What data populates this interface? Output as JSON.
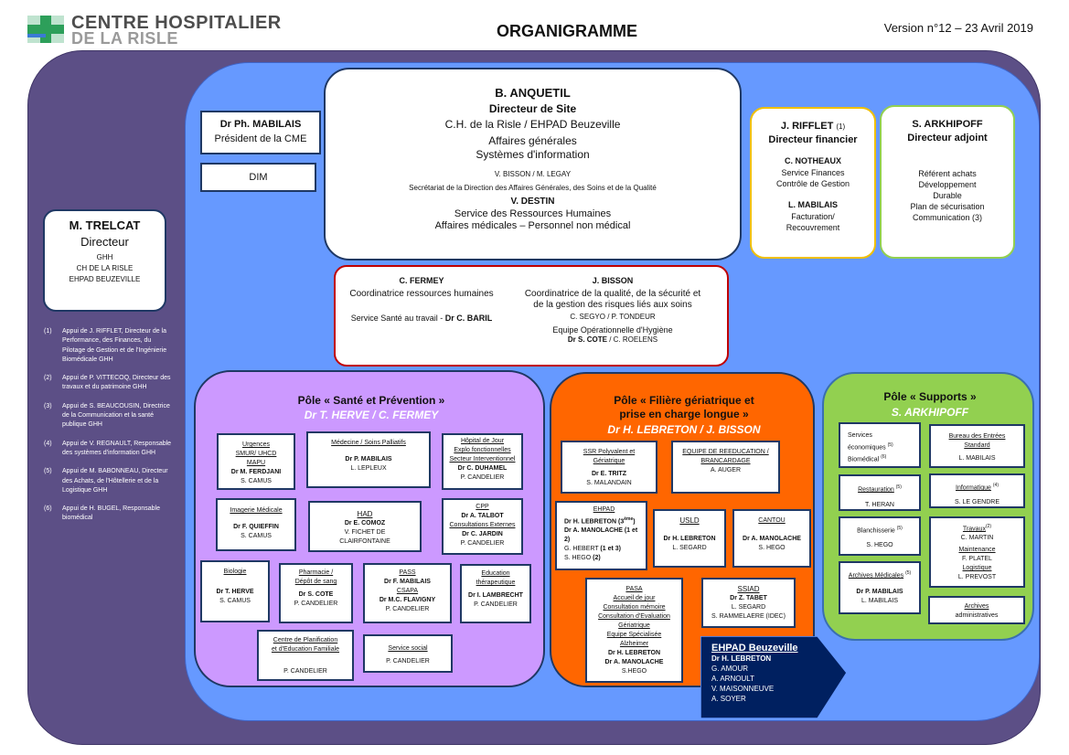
{
  "header": {
    "logo_line1": "CENTRE HOSPITALIER",
    "logo_line2": "DE LA RISLE",
    "title": "ORGANIGRAMME",
    "version": "Version n°12 – 23 Avril 2019"
  },
  "director": {
    "name": "M. TRELCAT",
    "role": "Directeur",
    "lines": [
      "GHH",
      "CH DE LA RISLE",
      "EHPAD BEUZEVILLE"
    ]
  },
  "notes": [
    {
      "num": "(1)",
      "text": "Appui de J. RIFFLET, Directeur de la Performance, des Finances, du Pilotage de Gestion et de l'Ingénierie Biomédicale GHH"
    },
    {
      "num": "(2)",
      "text": "Appui de P. VITTECOQ, Directeur des travaux et du patrimoine GHH"
    },
    {
      "num": "(3)",
      "text": "Appui de S. BEAUCOUSIN, Directrice de la Communication et la santé publique GHH"
    },
    {
      "num": "(4)",
      "text": "Appui de V. REGNAULT, Responsable des systèmes d'information GHH"
    },
    {
      "num": "(5)",
      "text": "Appui de M. BABONNEAU, Directeur des Achats, de l'Hôtellerie et de la Logistique GHH"
    },
    {
      "num": "(6)",
      "text": "Appui de H. BUGEL, Responsable biomédical"
    }
  ],
  "cme": {
    "name": "Dr Ph. MABILAIS",
    "role": "Président de la CME"
  },
  "dim": {
    "label": "DIM"
  },
  "site_director": {
    "name": "B. ANQUETIL",
    "role": "Directeur de Site",
    "org": "C.H. de la Risle / EHPAD Beuzeville",
    "line1": "Affaires générales",
    "line2": "Systèmes d'information",
    "people": "V. BISSON / M. LEGAY",
    "secretariat": "Secrétariat de la Direction des Affaires Générales, des Soins et de la Qualité",
    "name2": "V. DESTIN",
    "hr": "Service des Ressources Humaines",
    "medical": "Affaires médicales – Personnel non médical"
  },
  "finance": {
    "name": "J. RIFFLET",
    "sup": "(1)",
    "role": "Directeur financier",
    "name2": "C. NOTHEAUX",
    "l1": "Service Finances",
    "l2": "Contrôle de Gestion",
    "name3": "L. MABILAIS",
    "l3": "Facturation/",
    "l4": "Recouvrement"
  },
  "deputy": {
    "name": "S. ARKHIPOFF",
    "role": "Directeur adjoint",
    "lines": [
      "Référent achats",
      "Développement",
      "Durable",
      "Plan de sécurisation",
      "Communication (3)"
    ]
  },
  "coordination": {
    "left_name": "C. FERMEY",
    "left_role": "Coordinatrice ressources humaines",
    "left_service": "Service Santé au travail - ",
    "left_doctor": "Dr C. BARIL",
    "right_name": "J. BISSON",
    "right_role1": "Coordinatrice de la qualité, de la sécurité et",
    "right_role2": "de la gestion des risques liés aux soins",
    "right_people": "C. SEGYO / P. TONDEUR",
    "right_team": "Equipe Opérationnelle d'Hygiène",
    "right_team_doctor": "Dr S. COTE",
    "right_team_other": " / C. ROELENS"
  },
  "pole_sante": {
    "title": "Pôle « Santé et Prévention »",
    "subtitle": "Dr T. HERVE / C. FERMEY",
    "units": {
      "urgences": {
        "t1": "Urgences",
        "t2": "SMUR/ UHCD",
        "t3": "MAPU",
        "d": "Dr M. FERDJANI",
        "p": "S. CAMUS"
      },
      "medecine": {
        "t1": "Médecine / Soins Palliatifs",
        "d": "Dr P. MABILAIS",
        "p": "L. LEPLEUX"
      },
      "hopital_jour": {
        "t1": "Hôpital de Jour",
        "t2": "Explo fonctionnelles",
        "t3": "Secteur Interventionnel",
        "d": "Dr C. DUHAMEL",
        "p": "P. CANDELIER"
      },
      "imagerie": {
        "t1": "Imagerie Médicale",
        "d": "Dr F. QUIEFFIN",
        "p": "S. CAMUS"
      },
      "had": {
        "t1": "HAD",
        "d": "Dr E. COMOZ",
        "p1": "V. FICHET DE",
        "p2": "CLAIRFONTAINE"
      },
      "cpp": {
        "t1": "CPP",
        "d1": "Dr A. TALBOT",
        "t2": "Consultations Externes",
        "d2": "Dr C. JARDIN",
        "p": "P. CANDELIER"
      },
      "biologie": {
        "t1": "Biologie",
        "d": "Dr T. HERVE",
        "p": "S. CAMUS"
      },
      "pharmacie": {
        "t1": "Pharmacie /",
        "t2": "Dépôt de sang",
        "d": "Dr S. COTE",
        "p": "P. CANDELIER"
      },
      "pass": {
        "t1": "PASS",
        "d1": "Dr F. MABILAIS",
        "t2": "CSAPA",
        "d2": "Dr M.C. FLAVIGNY",
        "p": "P. CANDELIER"
      },
      "education": {
        "t1": "Education",
        "t2": "thérapeutique",
        "d": "Dr I. LAMBRECHT",
        "p": "P. CANDELIER"
      },
      "planification": {
        "t1": "Centre de Planification",
        "t2": "et d'Education Familiale",
        "p": "P. CANDELIER"
      },
      "social": {
        "t1": "Service social",
        "p": "P. CANDELIER"
      }
    }
  },
  "pole_geriatrie": {
    "title1": "Pôle « Filière gériatrique et",
    "title2": "prise en charge longue »",
    "subtitle": "Dr H. LEBRETON / J. BISSON",
    "units": {
      "ssr": {
        "t1": "SSR Polyvalent et",
        "t2": "Gériatrique",
        "d": "Dr E. TRITZ",
        "p": "S. MALANDAIN"
      },
      "reeducation": {
        "t1": "EQUIPE DE REEDUCATION /",
        "t2": "BRANCARDAGE",
        "p": "A. AUGER"
      },
      "ehpad": {
        "t1": "EHPAD",
        "d1": "Dr H. LEBRETON (3",
        "sup": "ème",
        "d1b": ")",
        "d2": "Dr A. MANOLACHE (1 et",
        "d2b": "2)",
        "p1": "G. HEBERT ",
        "p1b": "(1 et 3)",
        "p2": "S. HEGO ",
        "p2b": "(2)"
      },
      "usld": {
        "t1": "USLD",
        "d": "Dr H. LEBRETON",
        "p": "L. SEGARD"
      },
      "cantou": {
        "t1": "CANTOU",
        "d": "Dr A. MANOLACHE",
        "p": "S. HEGO"
      },
      "pasa": {
        "t1": "PASA",
        "t2": "Accueil de jour",
        "t3": "Consultation mémoire",
        "t4": "Consultation d'Evaluation",
        "t5": "Gériatrique",
        "t6": "Equipe Spécialisée",
        "t7": "Alzheimer",
        "d1": "Dr H. LEBRETON",
        "d2": "Dr A. MANOLACHE",
        "p": "S.HEGO"
      },
      "ssiad": {
        "t1": "SSIAD",
        "d": "Dr Z. TABET",
        "p1": "L. SEGARD",
        "p2": "S. RAMMELAERE (IDEC)"
      }
    },
    "ehpad_beuzeville": {
      "title": "EHPAD Beuzeville",
      "doctor": "Dr H. LEBRETON",
      "people": [
        "G. AMOUR",
        "A. ARNOULT",
        "V. MAISONNEUVE",
        "A. SOYER"
      ]
    }
  },
  "pole_supports": {
    "title": "Pôle « Supports »",
    "subtitle": "S. ARKHIPOFF",
    "units": {
      "services_eco": {
        "t1": "Services",
        "t2": "économiques",
        "s1": "(5)",
        "t3": "Biomédical",
        "s2": "(6)"
      },
      "bureau_entrees": {
        "t1": "Bureau des Entrées",
        "t2": "Standard",
        "p": "L. MABILAIS"
      },
      "restauration": {
        "t1": "Restauration",
        "s": "(5)",
        "p": "T. HERAN"
      },
      "informatique": {
        "t1": "Informatique",
        "s": "(4)",
        "p": "S. LE GENDRE"
      },
      "blanchisserie": {
        "t1": "Blanchisserie",
        "s": "(5)",
        "p": "S. HEGO"
      },
      "travaux": {
        "t1": "Travaux",
        "s": "(2)",
        "p1": "C. MARTIN",
        "t2": "Maintenance",
        "p2": "F. PLATEL",
        "t3": "Logistique",
        "p3": "L. PREVOST"
      },
      "archives_med": {
        "t1": "Archives Médicales",
        "s": "(5)",
        "d": "Dr P. MABILAIS",
        "p": "L. MABILAIS"
      },
      "archives_admin": {
        "t1": "Archives",
        "t2": "administratives"
      }
    }
  },
  "colors": {
    "purple_bg": "#5c4f86",
    "blue_bg": "#6699ff",
    "pole_sante": "#cc99ff",
    "pole_geriatrie": "#ff6600",
    "pole_supports": "#92d050",
    "navy": "#1f3864",
    "yellow_border": "#f0c000",
    "green_border": "#92d050",
    "red_border": "#c00000"
  }
}
